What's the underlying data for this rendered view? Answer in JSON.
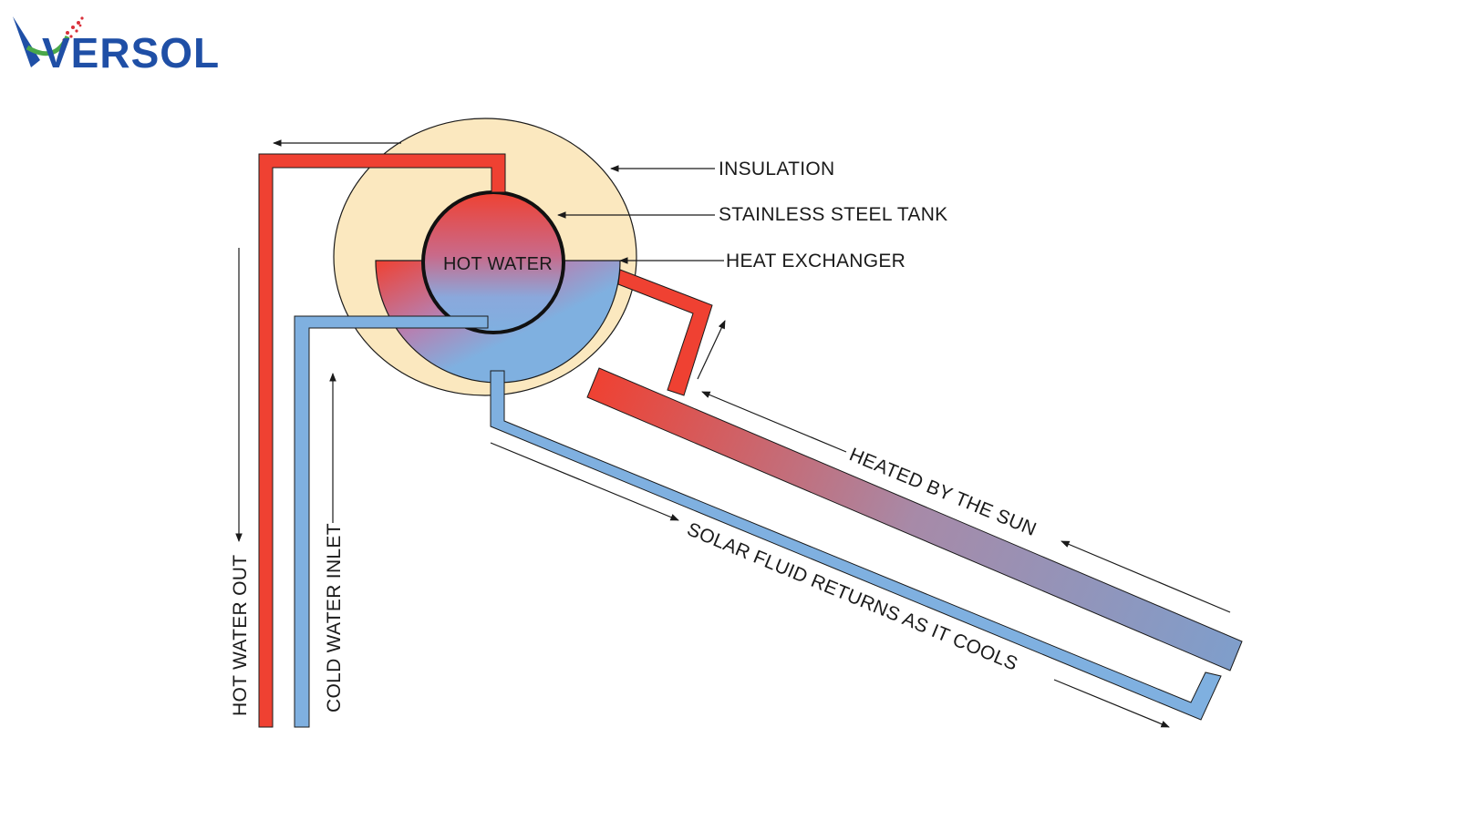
{
  "brand": {
    "name": "VERSOL",
    "colors": {
      "blue": "#1f4fa6",
      "green": "#4aa84a",
      "red": "#d9303a"
    }
  },
  "colors": {
    "hot": "#ef4132",
    "cold": "#7fb0e0",
    "insulation": "#fbe8bf",
    "outline": "#1a1a1a"
  },
  "labels": {
    "insulation": "INSULATION",
    "tank": "STAINLESS STEEL TANK",
    "heat_exchanger": "HEAT EXCHANGER",
    "hot_water": "HOT WATER",
    "hot_water_out": "HOT WATER OUT",
    "cold_water_inlet": "COLD WATER INLET",
    "heated_by_sun": "HEATED BY THE SUN",
    "solar_fluid_returns": "SOLAR FLUID RETURNS AS IT COOLS"
  }
}
